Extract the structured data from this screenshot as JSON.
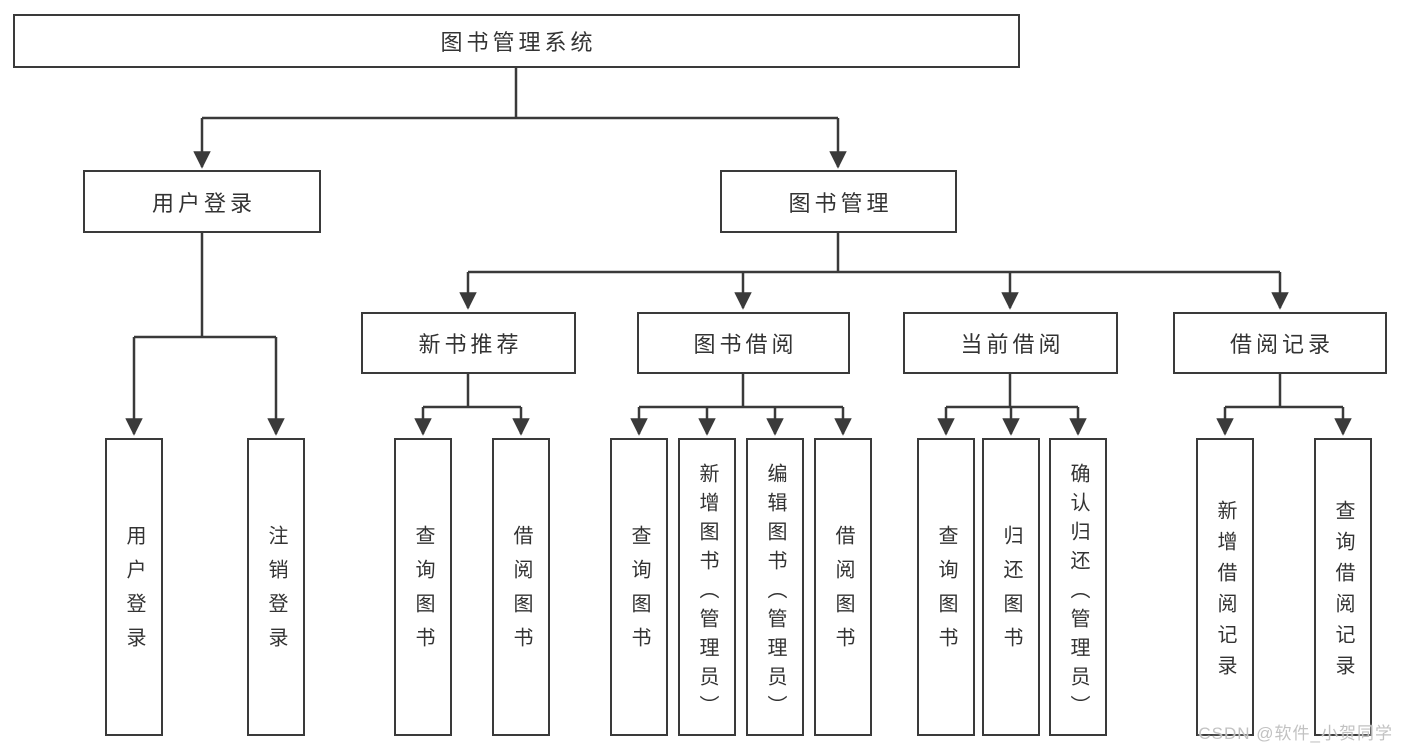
{
  "colors": {
    "line": "#3a3a3a",
    "text": "#333333",
    "watermark": "#c2c2c2",
    "background": "#ffffff"
  },
  "root": {
    "label": "图书管理系统"
  },
  "branches": {
    "user_login": {
      "label": "用户登录",
      "children": {
        "login": {
          "label": "用户登录"
        },
        "logout": {
          "label": "注销登录"
        }
      }
    },
    "book_management": {
      "label": "图书管理",
      "children": {
        "new_book_recommend": {
          "label": "新书推荐",
          "children": {
            "query_books": {
              "label": "查询图书"
            },
            "borrow_books": {
              "label": "借阅图书"
            }
          }
        },
        "book_borrow": {
          "label": "图书借阅",
          "children": {
            "query_books": {
              "label": "查询图书"
            },
            "add_books": {
              "label": "新增图书（管理员）"
            },
            "edit_books": {
              "label": "编辑图书（管理员）"
            },
            "borrow_books": {
              "label": "借阅图书"
            }
          }
        },
        "current_borrow": {
          "label": "当前借阅",
          "children": {
            "query_books": {
              "label": "查询图书"
            },
            "return_books": {
              "label": "归还图书"
            },
            "confirm_return": {
              "label": "确认归还（管理员）"
            }
          }
        },
        "borrow_records": {
          "label": "借阅记录",
          "children": {
            "add_record": {
              "label": "新增借阅记录"
            },
            "query_record": {
              "label": "查询借阅记录"
            }
          }
        }
      }
    }
  },
  "watermark": {
    "text": "CSDN @软件_小贺同学"
  }
}
